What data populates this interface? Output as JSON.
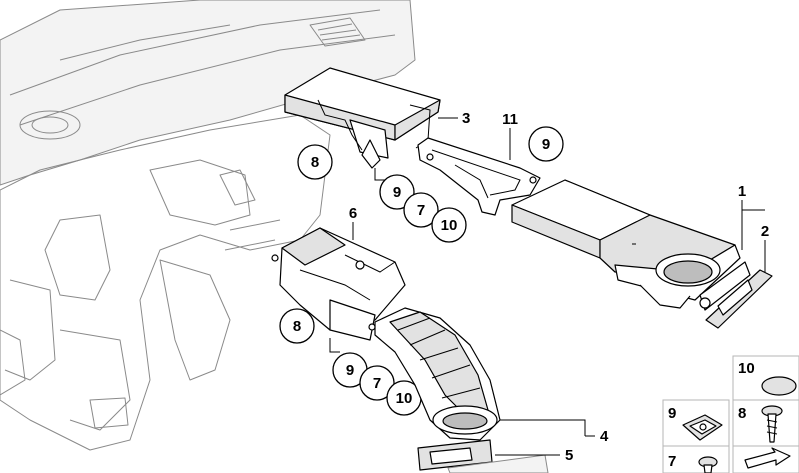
{
  "callouts": {
    "c1": "1",
    "c2": "2",
    "c3": "3",
    "c4": "4",
    "c5": "5",
    "c6": "6",
    "c7a": "7",
    "c7b": "7",
    "c7c": "7",
    "c8a": "8",
    "c8b": "8",
    "c8c": "8",
    "c9a": "9",
    "c9b": "9",
    "c9c": "9",
    "c9d": "9",
    "c10a": "10",
    "c10b": "10",
    "c10c": "10",
    "c11": "11"
  }
}
